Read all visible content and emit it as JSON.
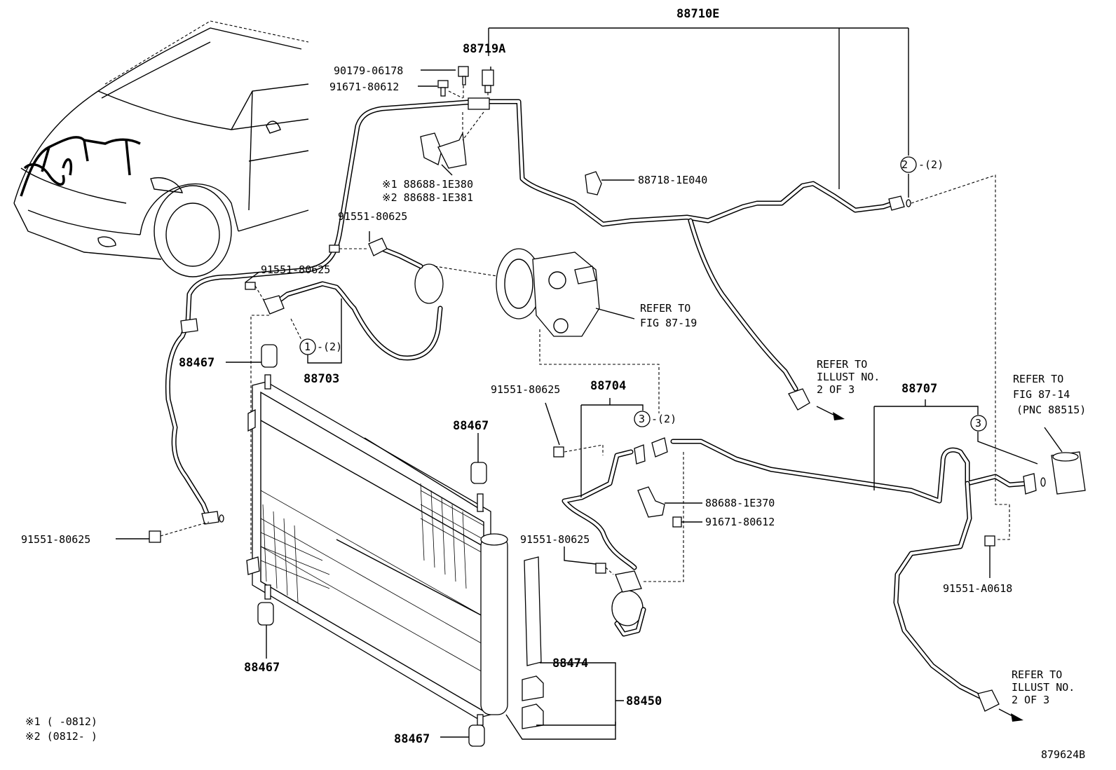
{
  "labels": {
    "p88710E": "88710E",
    "p88719A": "88719A",
    "p90179": "90179-06178",
    "p91671_top": "91671-80612",
    "ast1": "※1 88688-1E380",
    "ast2": "※2 88688-1E381",
    "p88718": "88718-1E040",
    "p91551_a": "91551-80625",
    "p91551_b": "91551-80625",
    "refer_fig8719_1": "REFER TO",
    "refer_fig8719_2": "FIG 87-19",
    "p88467_a": "88467",
    "p88703": "88703",
    "circle1": "1",
    "circle1_qty": "-(2)",
    "circle2": "2",
    "circle2_qty": "-(2)",
    "circle3a": "3",
    "circle3a_qty": "-(2)",
    "circle3b": "3",
    "refer_illust_a1": "REFER TO",
    "refer_illust_a2": "ILLUST NO.",
    "refer_illust_a3": "2 OF 3",
    "p91551_c": "91551-80625",
    "p88704": "88704",
    "p88707": "88707",
    "refer_fig8714_1": "REFER TO",
    "refer_fig8714_2": "FIG 87-14",
    "refer_fig8714_3": "(PNC 88515)",
    "p88467_b": "88467",
    "p88688_1e370": "88688-1E370",
    "p91671_mid": "91671-80612",
    "p91551_left": "91551-80625",
    "p91551_d": "91551-80625",
    "p91551_a0618": "91551-A0618",
    "p88467_c": "88467",
    "p88474": "88474",
    "p88450": "88450",
    "p88467_d": "88467",
    "refer_illust_b1": "REFER TO",
    "refer_illust_b2": "ILLUST NO.",
    "refer_illust_b3": "2 OF 3",
    "note1": "※1 (      -0812)",
    "note2": "※2 (0812-      )",
    "figure_id": "879624B"
  }
}
